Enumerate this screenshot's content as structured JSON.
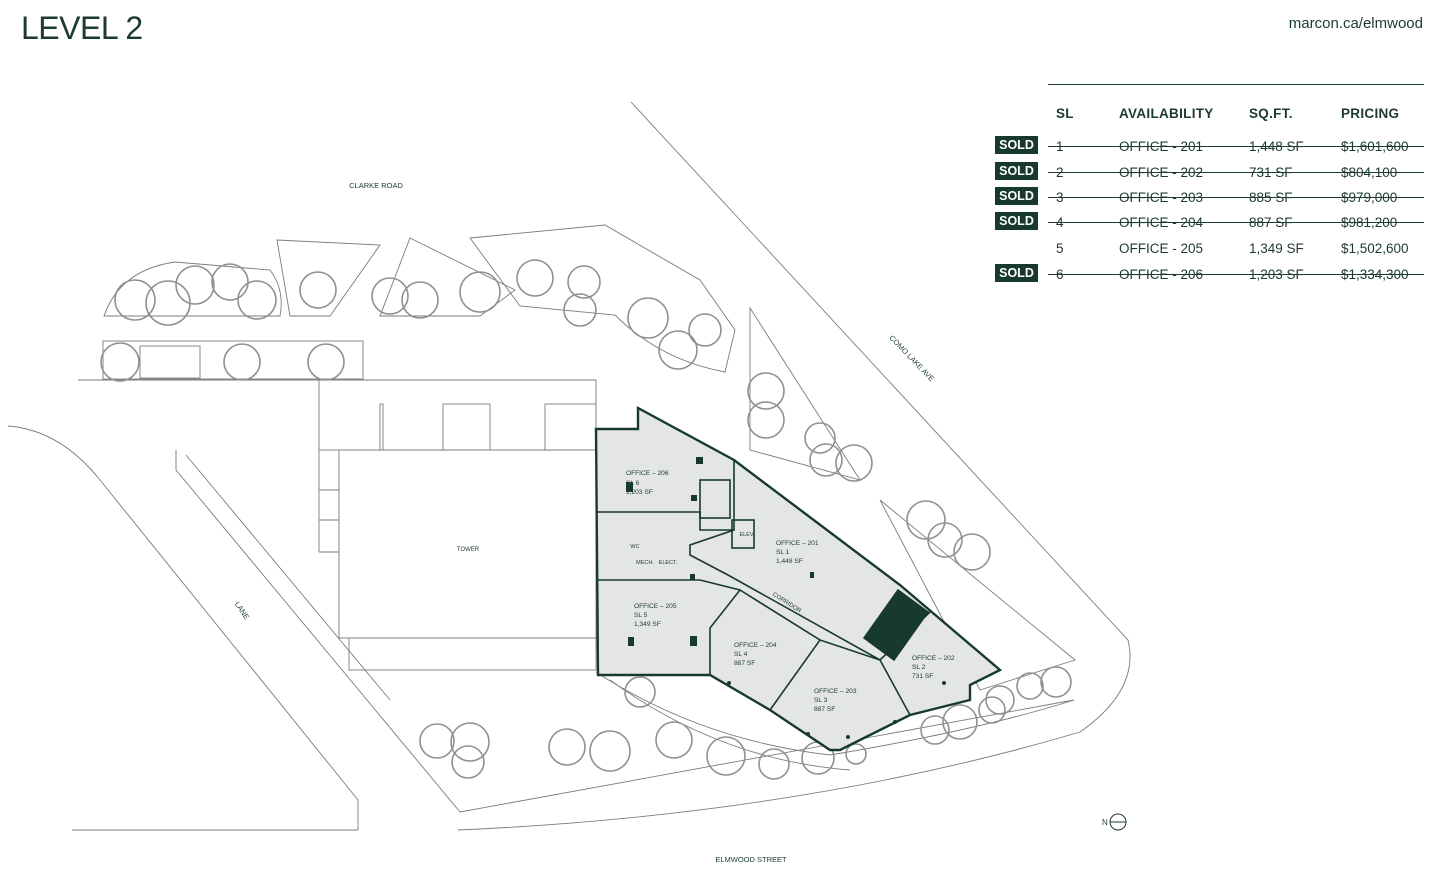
{
  "header": {
    "title": "LEVEL 2",
    "url": "marcon.ca/elmwood"
  },
  "table": {
    "columns": [
      "SL",
      "AVAILABILITY",
      "SQ.FT.",
      "PRICING"
    ],
    "sold_label": "SOLD",
    "rows": [
      {
        "sl": "1",
        "availability": "OFFICE - 201",
        "sqft": "1,448 SF",
        "price": "$1,601,600",
        "sold": true
      },
      {
        "sl": "2",
        "availability": "OFFICE - 202",
        "sqft": "731 SF",
        "price": "$804,100",
        "sold": true
      },
      {
        "sl": "3",
        "availability": "OFFICE - 203",
        "sqft": "885 SF",
        "price": "$979,000",
        "sold": true
      },
      {
        "sl": "4",
        "availability": "OFFICE - 204",
        "sqft": "887 SF",
        "price": "$981,200",
        "sold": true
      },
      {
        "sl": "5",
        "availability": "OFFICE - 205",
        "sqft": "1,349 SF",
        "price": "$1,502,600",
        "sold": false
      },
      {
        "sl": "6",
        "availability": "OFFICE - 206",
        "sqft": "1,203 SF",
        "price": "$1,334,300",
        "sold": true
      }
    ]
  },
  "streets": {
    "clarke": "CLARKE ROAD",
    "como": "COMO LAKE AVE",
    "elmwood": "ELMWOOD STREET",
    "lane": "LANE"
  },
  "plan": {
    "tower": "TOWER",
    "corridor": "CORRIDOR",
    "wc": "WC",
    "elev": "ELEV.",
    "mech": "MECH.",
    "elect": "ELECT.",
    "north": "N",
    "units": [
      {
        "name": "OFFICE – 206",
        "sl": "SL 6",
        "sqft": "1,203 SF"
      },
      {
        "name": "OFFICE – 201",
        "sl": "SL 1",
        "sqft": "1,448 SF"
      },
      {
        "name": "OFFICE – 205",
        "sl": "SL 5",
        "sqft": "1,349 SF"
      },
      {
        "name": "OFFICE – 204",
        "sl": "SL 4",
        "sqft": "887 SF"
      },
      {
        "name": "OFFICE – 203",
        "sl": "SL 3",
        "sqft": "887 SF"
      },
      {
        "name": "OFFICE – 202",
        "sl": "SL 2",
        "sqft": "731 SF"
      }
    ]
  },
  "colors": {
    "primary": "#1c3a30",
    "sold_badge": "#18392f",
    "unit_fill": "#e4e6e4",
    "tree": "#8e918f"
  }
}
